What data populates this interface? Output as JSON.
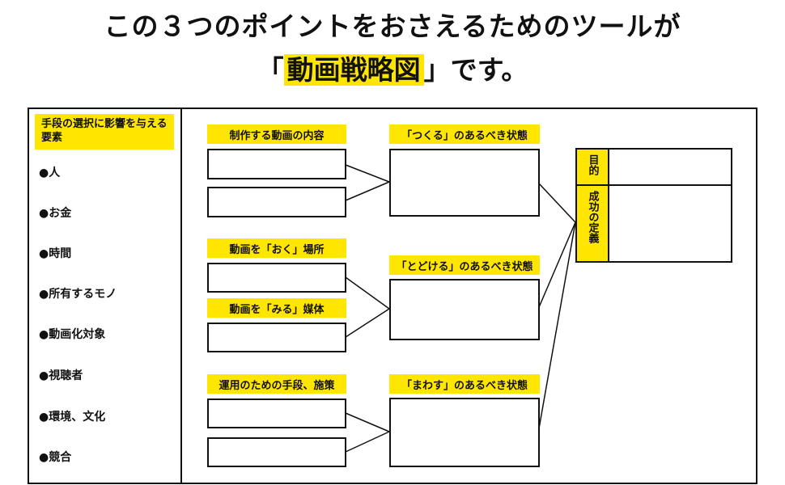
{
  "heading": {
    "line1": "この３つのポイントをおさえるためのツールが",
    "bracket_open": "「",
    "highlight": "動画戦略図",
    "bracket_close": "」",
    "suffix": "です。"
  },
  "factors": {
    "header": "手段の選択に影響を与える要素",
    "items": [
      "●人",
      "●お金",
      "●時間",
      "●所有するモノ",
      "●動画化対象",
      "●視聴者",
      "●環境、文化",
      "●競合"
    ]
  },
  "inputs": {
    "content": "制作する動画の内容",
    "place": "動画を「おく」場所",
    "media": "動画を「みる」媒体",
    "operation": "運用のための手段、施策"
  },
  "states": {
    "make": "「つくる」のあるべき状態",
    "deliver": "「とどける」のあるべき状態",
    "spread": "「まわす」のあるべき状態"
  },
  "goal": {
    "purpose": "目的",
    "success": "成功の定義"
  },
  "colors": {
    "accent": "#ffe600",
    "line": "#111111"
  }
}
